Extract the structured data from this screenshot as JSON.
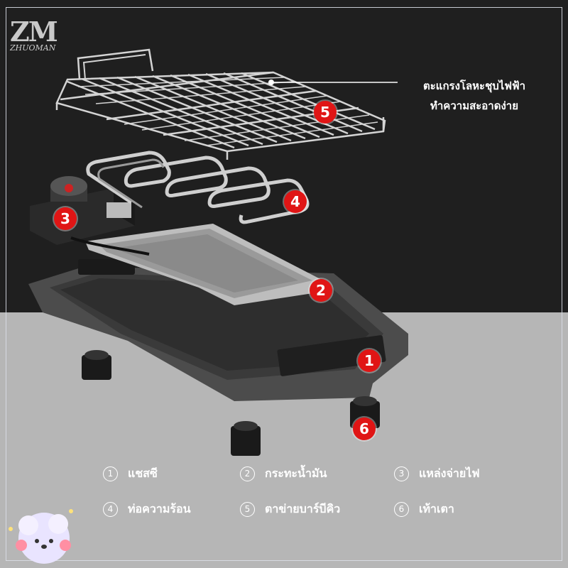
{
  "brand": {
    "mark": "ZM",
    "sub": "ZHUOMAN"
  },
  "callout": {
    "line1": "ตะแกรงโลหะชุบไฟฟ้า",
    "line2": "ทำความสะอาดง่าย"
  },
  "badges": [
    "1",
    "2",
    "3",
    "4",
    "5",
    "6"
  ],
  "legend": [
    {
      "num": "1",
      "label": "แชสซี"
    },
    {
      "num": "2",
      "label": "กระทะน้ำมัน"
    },
    {
      "num": "3",
      "label": "แหล่งจ่ายไฟ"
    },
    {
      "num": "4",
      "label": "ท่อความร้อน"
    },
    {
      "num": "5",
      "label": "ตาข่ายบาร์บีคิว"
    },
    {
      "num": "6",
      "label": "เท้าเตา"
    }
  ],
  "colors": {
    "badge": "#e01515",
    "top_bg": "#1f1f1f",
    "bottom_bg": "#b6b6b6",
    "text": "#ffffff"
  }
}
